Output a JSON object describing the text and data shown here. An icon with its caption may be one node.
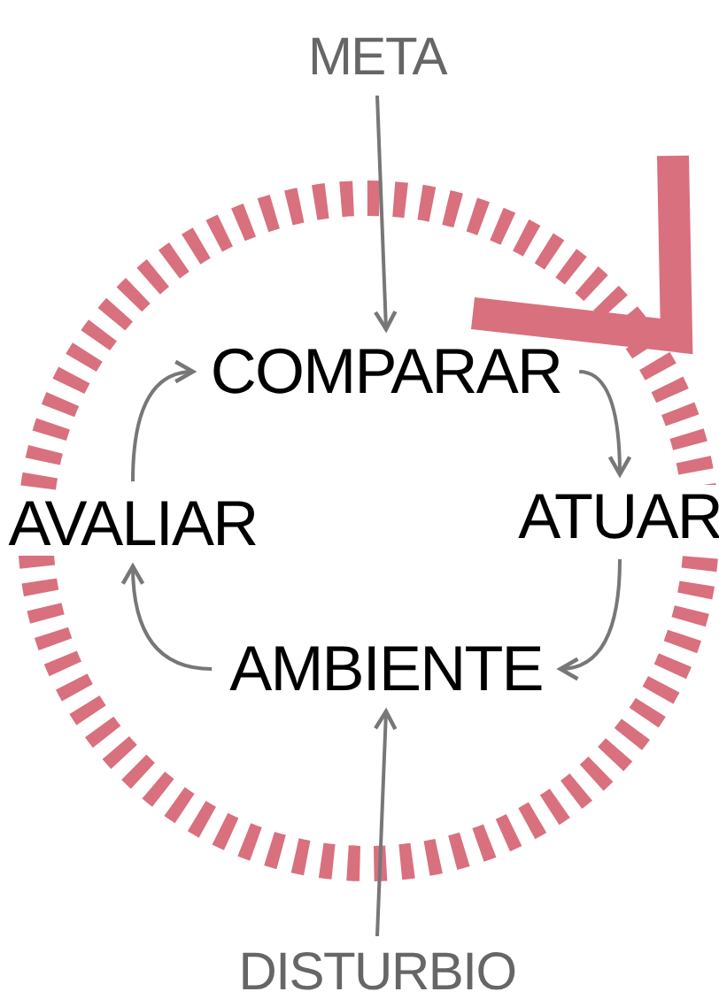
{
  "diagram": {
    "nodes": [
      {
        "text": [
          "META"
        ]
      },
      {
        "text": [
          "COMPARAR"
        ]
      },
      {
        "text": [
          "ATUAR"
        ]
      },
      {
        "text": [
          "AMBIENTE"
        ]
      },
      {
        "text": [
          "AVALIAR"
        ]
      },
      {
        "text": [
          "DISTURBIO"
        ]
      }
    ],
    "edges": [
      {
        "from": 0,
        "to": 1,
        "arrow": "to"
      },
      {
        "from": 1,
        "to": 2,
        "arrow": "to"
      },
      {
        "from": 2,
        "to": 3,
        "arrow": "to"
      },
      {
        "from": 3,
        "to": 4,
        "arrow": "to"
      },
      {
        "from": 4,
        "to": 1,
        "arrow": "to"
      },
      {
        "from": 5,
        "to": 3,
        "arrow": "to"
      }
    ]
  }
}
